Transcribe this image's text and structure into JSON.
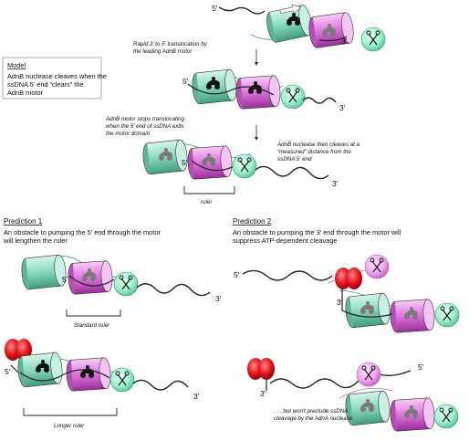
{
  "model": {
    "heading": "Model",
    "body_lines": [
      "AdnB nuclease cleaves when the",
      "ssDNA 5' end “clears” the",
      "AdnB motor"
    ]
  },
  "steps": {
    "step1_lines": [
      "Rapid 3' to 5' translocation by",
      "the leading AdnB motor"
    ],
    "step2_lines": [
      "AdnB motor stops translocating",
      "when the 5' end of ssDNA exits",
      "the motor domain"
    ],
    "step3_lines": [
      "AdnB nuclease then cleaves at a",
      "“measured” distance from the",
      "ssDNA 5' end"
    ],
    "ruler_label": "ruler"
  },
  "prediction1": {
    "heading": "Prediction 1",
    "body_lines": [
      "An obstacle to pumping the 5' end through the motor",
      "will lengthen the ruler"
    ],
    "standard_ruler": "Standard ruler",
    "longer_ruler": "Longer ruler"
  },
  "prediction2": {
    "heading": "Prediction 2",
    "body_lines": [
      "An obstacle to pumping the 3' end through the motor will",
      "suppress ATP-dependent cleavage"
    ],
    "note_lines": [
      ". . . but won't preclude ssDNA",
      "cleavage by the AdnA nuclease"
    ]
  },
  "end_labels": {
    "five_prime": "5'",
    "three_prime": "3'"
  },
  "icons": [
    "motor-icon",
    "scissors-icon",
    "direction-arrow-icon",
    "down-arrow-icon",
    "roadblock-icon"
  ],
  "colors": {
    "adnb_green": "#8fdcc2",
    "adna_magenta": "#e07ae0",
    "nuclease_mint": "#9ff0cc",
    "roadblock_red": "#e8131c",
    "light_magenta": "#f0a6f0"
  }
}
